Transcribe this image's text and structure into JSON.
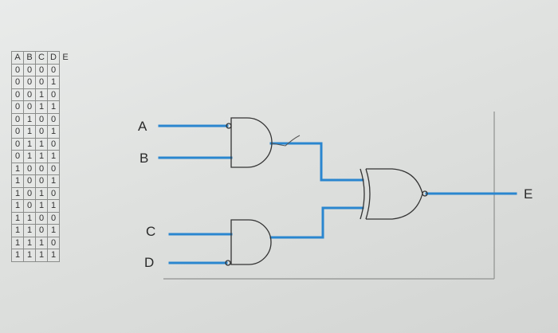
{
  "truth_table": {
    "headers": [
      "A",
      "B",
      "C",
      "D",
      "E"
    ],
    "rows": [
      [
        "0",
        "0",
        "0",
        "0"
      ],
      [
        "0",
        "0",
        "0",
        "1"
      ],
      [
        "0",
        "0",
        "1",
        "0"
      ],
      [
        "0",
        "0",
        "1",
        "1"
      ],
      [
        "0",
        "1",
        "0",
        "0"
      ],
      [
        "0",
        "1",
        "0",
        "1"
      ],
      [
        "0",
        "1",
        "1",
        "0"
      ],
      [
        "0",
        "1",
        "1",
        "1"
      ],
      [
        "1",
        "0",
        "0",
        "0"
      ],
      [
        "1",
        "0",
        "0",
        "1"
      ],
      [
        "1",
        "0",
        "1",
        "0"
      ],
      [
        "1",
        "0",
        "1",
        "1"
      ],
      [
        "1",
        "1",
        "0",
        "0"
      ],
      [
        "1",
        "1",
        "0",
        "1"
      ],
      [
        "1",
        "1",
        "1",
        "0"
      ],
      [
        "1",
        "1",
        "1",
        "1"
      ]
    ]
  },
  "circuit": {
    "input_a": "A",
    "input_b": "B",
    "input_c": "C",
    "input_d": "D",
    "output_e": "E",
    "wire_color": "#2a86cf",
    "gate_color": "#333333"
  }
}
